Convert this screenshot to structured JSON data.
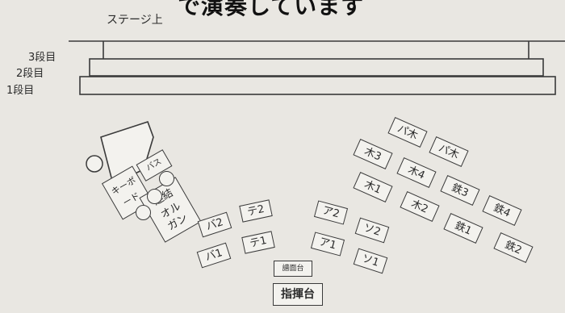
{
  "header": {
    "cropped_title": "で演奏しています"
  },
  "stage": {
    "label": "ステージ上",
    "tiers": [
      "3段目",
      "2段目",
      "1段目"
    ]
  },
  "instruments": {
    "bass": "バス",
    "keyboard": "キーボード",
    "keyboard_line1": "キーボ",
    "keyboard_line2": "ード",
    "organ_connected": "連結",
    "organ_line1": "オル",
    "organ_line2": "ガン",
    "parts": {
      "ba2": "バ2",
      "ba1": "バ1",
      "te2": "テ2",
      "te1": "テ1",
      "a2": "ア2",
      "a1": "ア1",
      "so2": "ソ2",
      "so1": "ソ1",
      "pamoku_top": "パ木",
      "pamoku_right": "パ木",
      "moku3": "木3",
      "moku4": "木4",
      "moku1": "木1",
      "moku2": "木2",
      "tetsu3": "鉄3",
      "tetsu4": "鉄4",
      "tetsu1": "鉄1",
      "tetsu2": "鉄2"
    },
    "score_stand": "譜面台",
    "podium": "指揮台"
  }
}
